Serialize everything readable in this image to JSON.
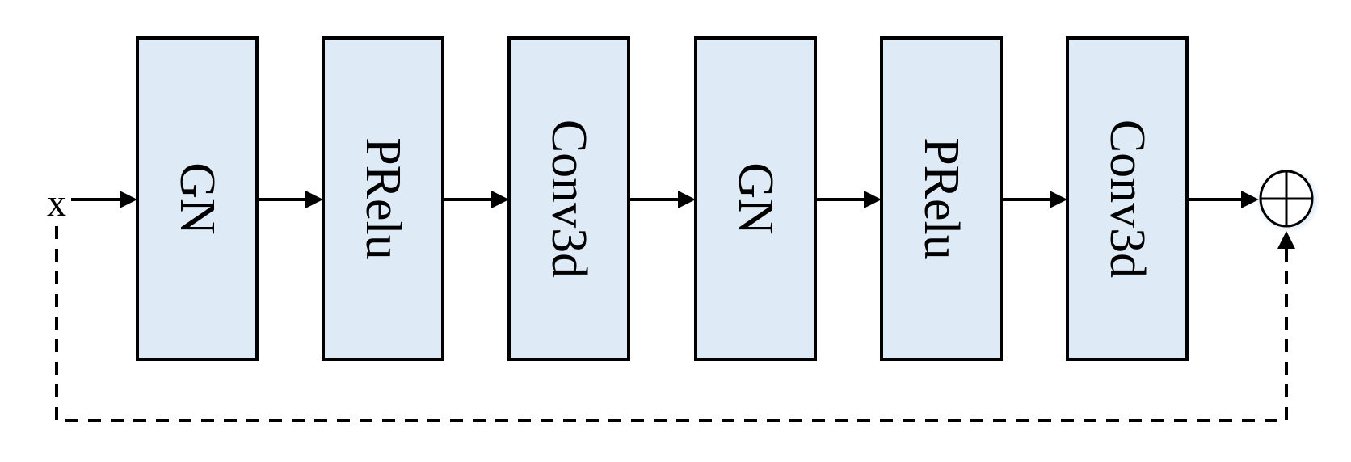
{
  "input": {
    "label": "x"
  },
  "blocks": [
    {
      "label": "GN"
    },
    {
      "label": "PRelu"
    },
    {
      "label": "Conv3d"
    },
    {
      "label": "GN"
    },
    {
      "label": "PRelu"
    },
    {
      "label": "Conv3d"
    }
  ],
  "colors": {
    "block_fill": "#deeaf6",
    "stroke": "#000000"
  },
  "output": {
    "symbol": "sum-circle"
  },
  "skip_connection": {
    "style": "dashed"
  }
}
